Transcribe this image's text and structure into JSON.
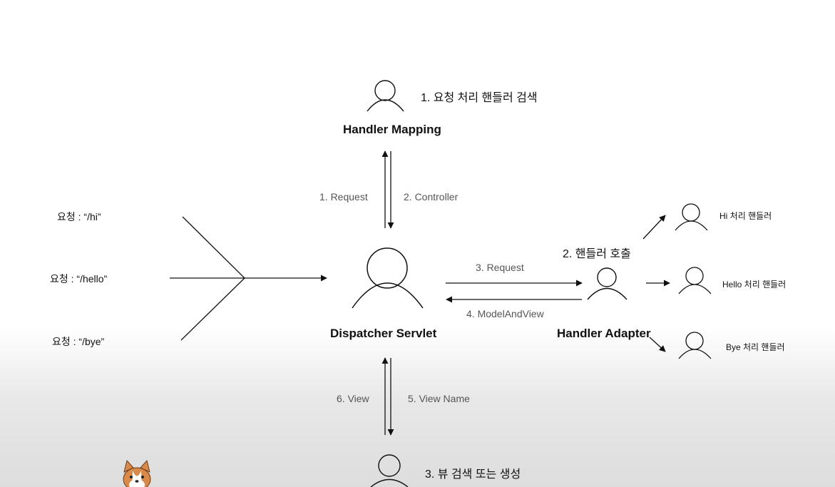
{
  "nodes": {
    "handler_mapping": {
      "name": "Handler Mapping",
      "step": "1. 요청 처리 핸들러 검색"
    },
    "dispatcher": {
      "name": "Dispatcher Servlet"
    },
    "handler_adapter": {
      "name": "Handler Adapter",
      "step": "2. 핸들러 호출"
    },
    "view": {
      "step": "3. 뷰 검색 또는 생성"
    },
    "handlers": [
      {
        "label": "Hi 처리 핸들러"
      },
      {
        "label": "Hello 처리 핸들러"
      },
      {
        "label": "Bye 처리 핸들러"
      }
    ]
  },
  "requests": [
    {
      "label": "요청 : “/hi”"
    },
    {
      "label": "요청 : “/hello”"
    },
    {
      "label": "요청 : “/bye”"
    }
  ],
  "edges": {
    "request_to_mapping": "1. Request",
    "controller_back": "2. Controller",
    "request_to_adapter": "3. Request",
    "model_and_view": "4. ModelAndView",
    "view_name": "5. View Name",
    "view_back": "6. View"
  },
  "colors": {
    "line": "#111111",
    "label_gray": "#555555",
    "dog_fur": "#d98a4a"
  },
  "icons": {
    "person": "person-icon",
    "mascot": "corgi-icon"
  }
}
